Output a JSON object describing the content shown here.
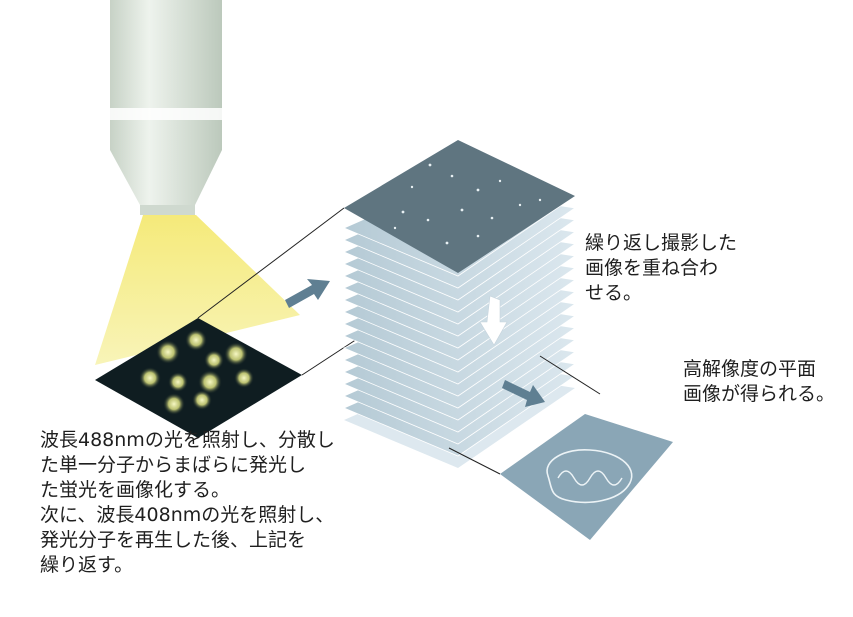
{
  "captions": {
    "stack": [
      "繰り返し撮影した",
      "画像を重ね合わ",
      "せる。"
    ],
    "result": [
      "高解像度の平面",
      "画像が得られる。"
    ],
    "procedure": [
      "波長488nmの光を照射し、分散し",
      "た単一分子からまばらに発光し",
      "た蛍光を画像化する。",
      "次に、波長408nmの光を照射し、",
      "発光分子を再生した後、上記を",
      "繰り返す。"
    ]
  },
  "colors": {
    "objective_body": "#e4ebe3",
    "objective_band": "#c9d4c9",
    "light_beam": "#f2e56a",
    "sample_plate": "#0f1d21",
    "fluorescent_spot": "#e8ec9a",
    "stack_top": "#5f7580",
    "stack_layers": "#a9c1cd",
    "result_plate": "#8aa6b6",
    "arrows": "#5f7f92",
    "lines": "#222222"
  }
}
